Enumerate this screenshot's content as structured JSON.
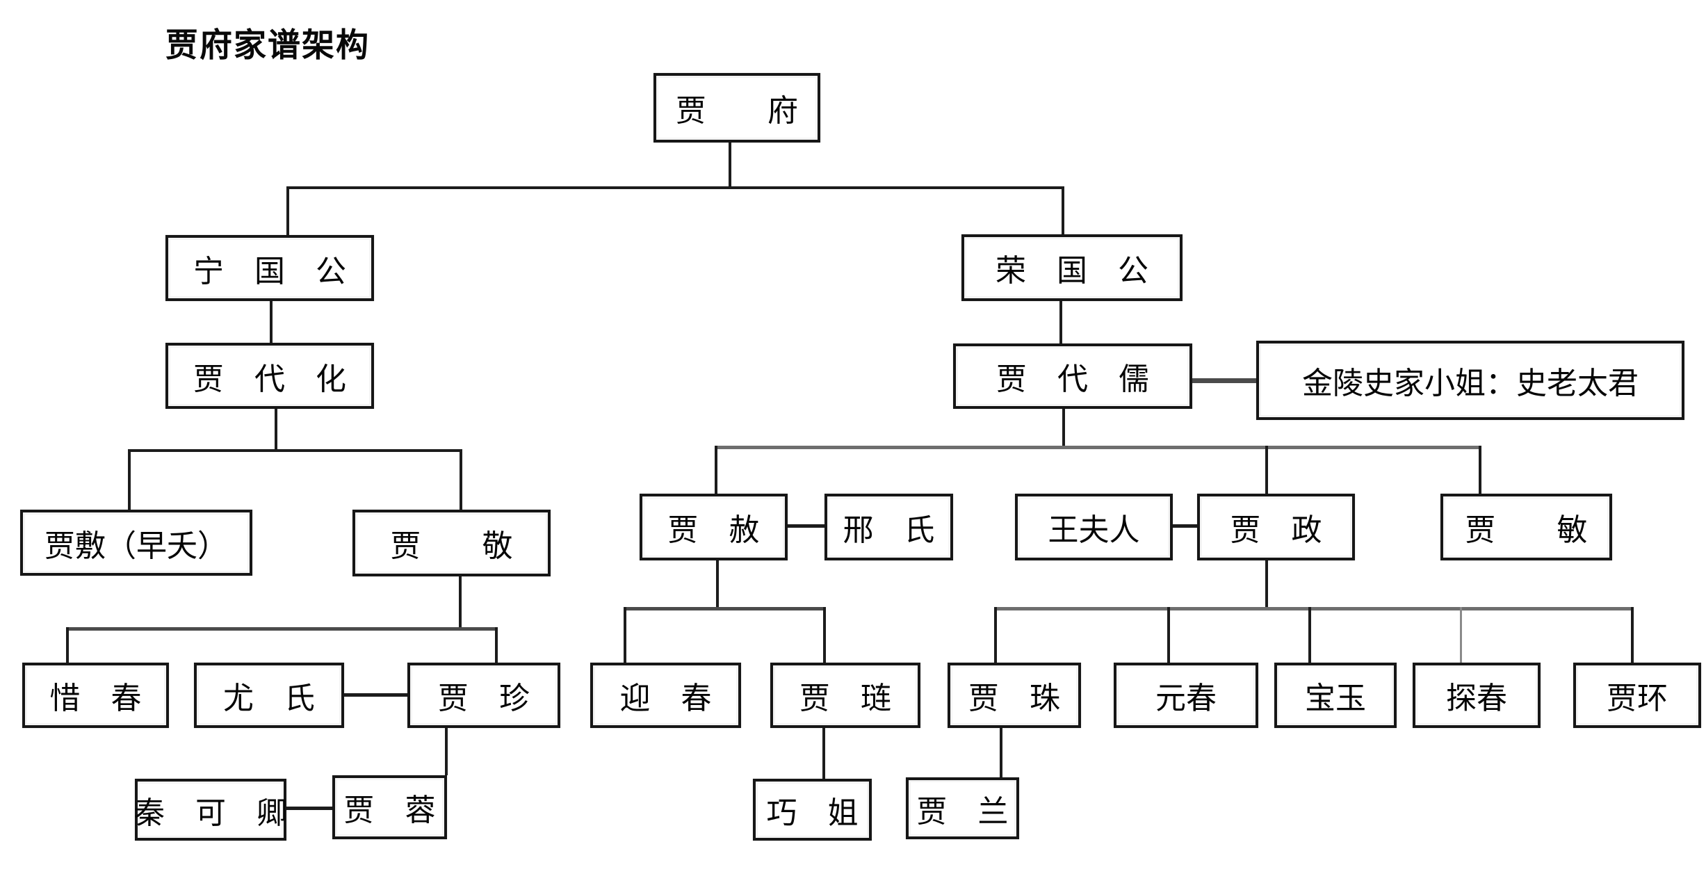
{
  "title": "贾府家谱架构",
  "nodes": {
    "jia_mansion": {
      "label": "贾　　府"
    },
    "duke_ningguo": {
      "label": "宁　国　公"
    },
    "duke_rongguo": {
      "label": "荣　国　公"
    },
    "jia_daihua": {
      "label": "贾　代　化"
    },
    "jia_dairu": {
      "label": "贾　代　儒"
    },
    "lady_shi": {
      "label": "金陵史家小姐：史老太君"
    },
    "jia_fu_early": {
      "label": "贾敷（早夭）"
    },
    "jia_jing": {
      "label": "贾　　敬"
    },
    "jia_she": {
      "label": "贾　赦"
    },
    "xing_shi": {
      "label": "邢　氏"
    },
    "wang_furen": {
      "label": "王夫人"
    },
    "jia_zheng": {
      "label": "贾　政"
    },
    "jia_min": {
      "label": "贾　　敏"
    },
    "xi_chun": {
      "label": "惜　春"
    },
    "you_shi": {
      "label": "尤　氏"
    },
    "jia_zhen": {
      "label": "贾　珍"
    },
    "ying_chun": {
      "label": "迎　春"
    },
    "jia_lian": {
      "label": "贾　琏"
    },
    "jia_zhu": {
      "label": "贾　珠"
    },
    "yuan_chun": {
      "label": "元春"
    },
    "bao_yu": {
      "label": "宝玉"
    },
    "tan_chun": {
      "label": "探春"
    },
    "jia_huan": {
      "label": "贾环"
    },
    "qin_keqing": {
      "label": "秦　可　卿"
    },
    "jia_rong": {
      "label": "贾　蓉"
    },
    "qiao_jie": {
      "label": "巧　姐"
    },
    "jia_lan": {
      "label": "贾　兰"
    }
  }
}
